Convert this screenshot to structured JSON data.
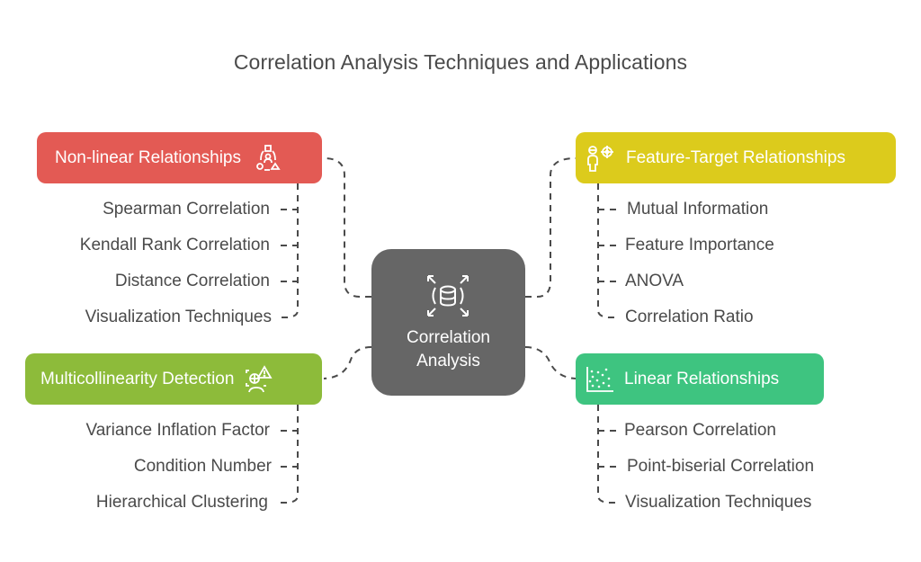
{
  "title": "Correlation Analysis Techniques and Applications",
  "center": {
    "label_line1": "Correlation",
    "label_line2": "Analysis",
    "icon": "database-expand-icon",
    "color": "#666666"
  },
  "branches": {
    "nonlinear": {
      "label": "Non-linear Relationships",
      "color": "#e35a54",
      "icon": "shapes-person-icon",
      "items": [
        "Spearman Correlation",
        "Kendall Rank Correlation",
        "Distance Correlation",
        "Visualization Techniques"
      ]
    },
    "feature_target": {
      "label": "Feature-Target Relationships",
      "color": "#dccb1c",
      "icon": "person-target-icon",
      "items": [
        "Mutual Information",
        "Feature Importance",
        "ANOVA",
        "Correlation Ratio"
      ]
    },
    "multicollinearity": {
      "label": "Multicollinearity Detection",
      "color": "#8dbb3a",
      "icon": "scan-warning-icon",
      "items": [
        "Variance Inflation Factor",
        "Condition Number",
        "Hierarchical Clustering"
      ]
    },
    "linear": {
      "label": "Linear Relationships",
      "color": "#3ec480",
      "icon": "scatter-plot-icon",
      "items": [
        "Pearson Correlation",
        "Point-biserial Correlation",
        "Visualization Techniques"
      ]
    }
  }
}
